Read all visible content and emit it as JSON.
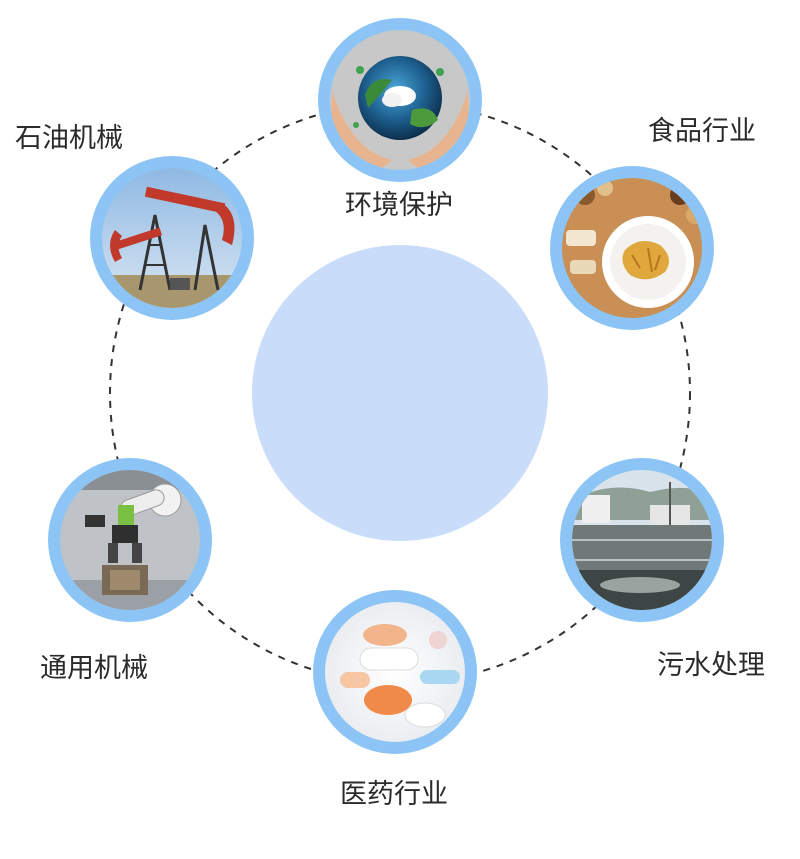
{
  "colors": {
    "ring": "#8cc4f5",
    "center": "#c9dcfa",
    "dash": "#333333"
  },
  "industries": {
    "environment": {
      "label": "环境保护",
      "icon": "earth-in-hands-icon"
    },
    "oil": {
      "label": "石油机械",
      "icon": "oil-pump-icon"
    },
    "food": {
      "label": "食品行业",
      "icon": "food-plate-icon"
    },
    "water": {
      "label": "污水处理",
      "icon": "water-treatment-icon"
    },
    "medicine": {
      "label": "医药行业",
      "icon": "pills-icon"
    },
    "machinery": {
      "label": "通用机械",
      "icon": "robot-arm-icon"
    }
  }
}
